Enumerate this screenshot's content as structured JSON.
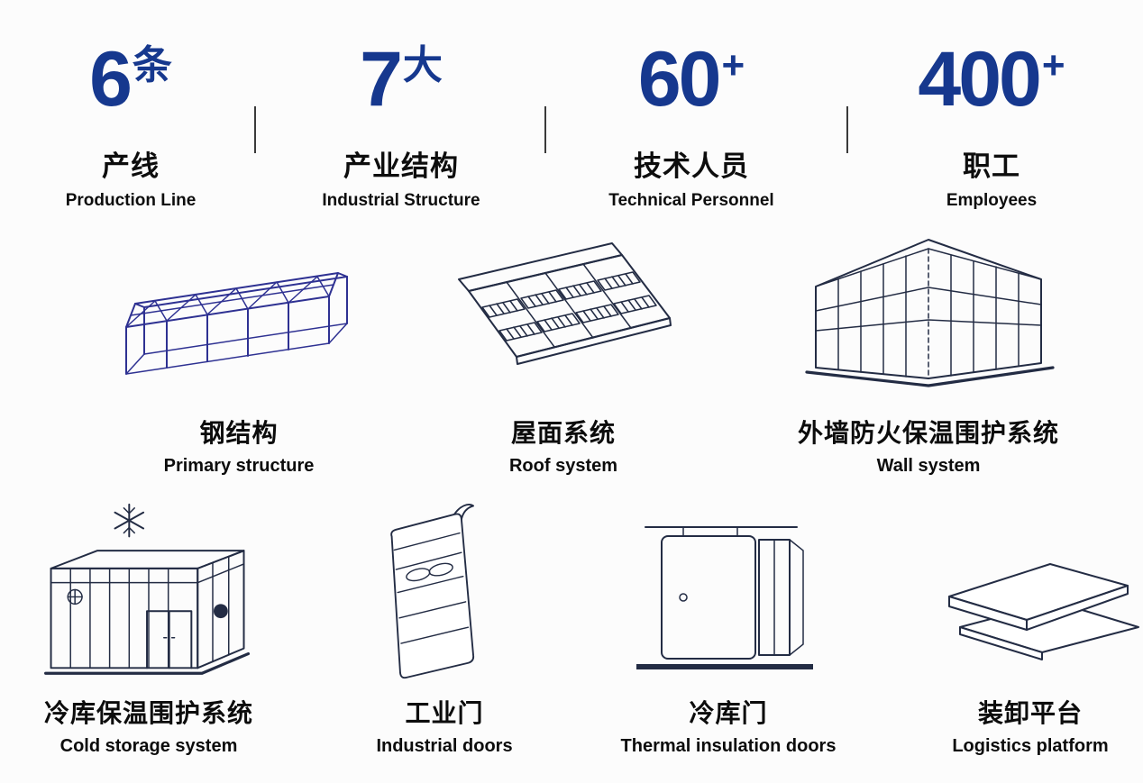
{
  "stats": [
    {
      "number": "6",
      "unit": "条",
      "zh": "产线",
      "en": "Production Line"
    },
    {
      "number": "7",
      "unit": "大",
      "zh": "产业结构",
      "en": "Industrial Structure"
    },
    {
      "number": "60",
      "unit": "+",
      "zh": "技术人员",
      "en": "Technical Personnel"
    },
    {
      "number": "400",
      "unit": "+",
      "zh": "职工",
      "en": "Employees"
    }
  ],
  "products": [
    {
      "zh": "钢结构",
      "en": "Primary structure",
      "icon": "steel-structure-icon"
    },
    {
      "zh": "屋面系统",
      "en": "Roof system",
      "icon": "roof-system-icon"
    },
    {
      "zh": "外墙防火保温围护系统",
      "en": "Wall system",
      "icon": "wall-system-icon"
    },
    {
      "zh": "冷库保温围护系统",
      "en": "Cold storage system",
      "icon": "cold-storage-icon"
    },
    {
      "zh": "工业门",
      "en": "Industrial doors",
      "icon": "industrial-door-icon"
    },
    {
      "zh": "冷库门",
      "en": "Thermal insulation doors",
      "icon": "thermal-door-icon"
    },
    {
      "zh": "装卸平台",
      "en": "Logistics platform",
      "icon": "dock-leveler-icon"
    }
  ],
  "colors": {
    "accent": "#16388e",
    "ink": "#111111",
    "line-blue": "#2e3192",
    "line-navy": "#232c44",
    "background": "#fcfcfc"
  }
}
